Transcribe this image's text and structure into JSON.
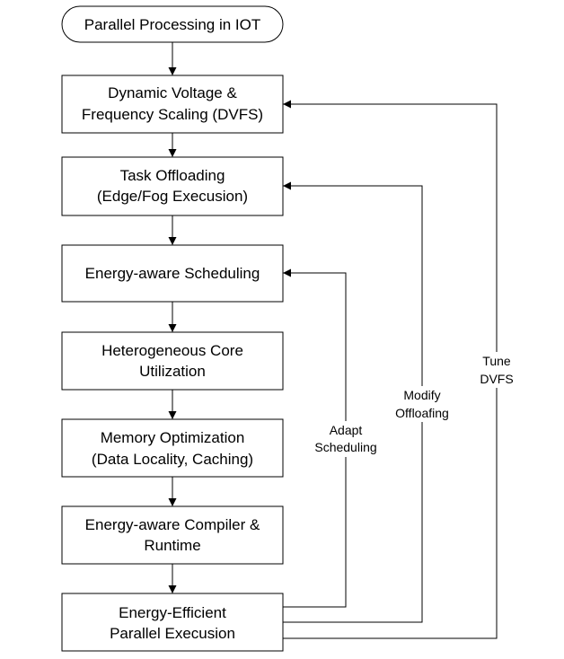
{
  "diagram": {
    "start": {
      "label": "Parallel Processing in IOT"
    },
    "steps": [
      {
        "lines": [
          "Dynamic Voltage &",
          "Frequency Scaling (DVFS)"
        ]
      },
      {
        "lines": [
          "Task Offloading",
          "(Edge/Fog Execusion)"
        ]
      },
      {
        "lines": [
          "Energy-aware Scheduling"
        ]
      },
      {
        "lines": [
          "Heterogeneous Core",
          "Utilization"
        ]
      },
      {
        "lines": [
          "Memory Optimization",
          "(Data Locality, Caching)"
        ]
      },
      {
        "lines": [
          "Energy-aware Compiler &",
          "Runtime"
        ]
      },
      {
        "lines": [
          "Energy-Efficient",
          "Parallel Execusion"
        ]
      }
    ],
    "feedback": [
      {
        "lines": [
          "Adapt",
          "Scheduling"
        ]
      },
      {
        "lines": [
          "Modify",
          "Offloafing"
        ]
      },
      {
        "lines": [
          "Tune",
          "DVFS"
        ]
      }
    ]
  },
  "colors": {
    "stroke": "#000000",
    "fill": "#ffffff",
    "text": "#000000"
  }
}
